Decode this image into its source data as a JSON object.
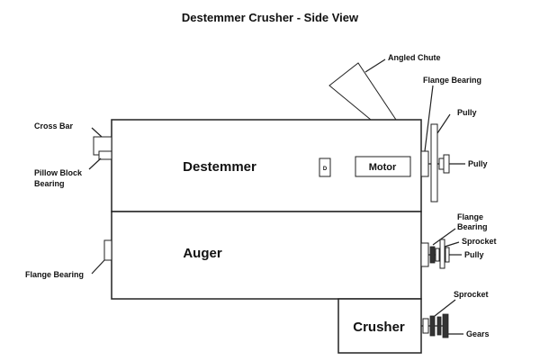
{
  "title": "Destemmer Crusher - Side View",
  "sections": {
    "destemmer": "Destemmer",
    "auger": "Auger",
    "crusher": "Crusher",
    "motor": "Motor",
    "motor_switch": "D"
  },
  "callouts": {
    "angled_chute": "Angled Chute",
    "flange_bearing_top": "Flange Bearing",
    "pully_top": "Pully",
    "pully_mid": "Pully",
    "cross_bar": "Cross Bar",
    "pillow_block_1": "Pillow Block",
    "pillow_block_2": "Bearing",
    "flange_bearing_mid_1": "Flange",
    "flange_bearing_mid_2": "Bearing",
    "sprocket_mid": "Sprocket",
    "pully_low": "Pully",
    "flange_bearing_left": "Flange Bearing",
    "sprocket_low": "Sprocket",
    "gears": "Gears"
  }
}
